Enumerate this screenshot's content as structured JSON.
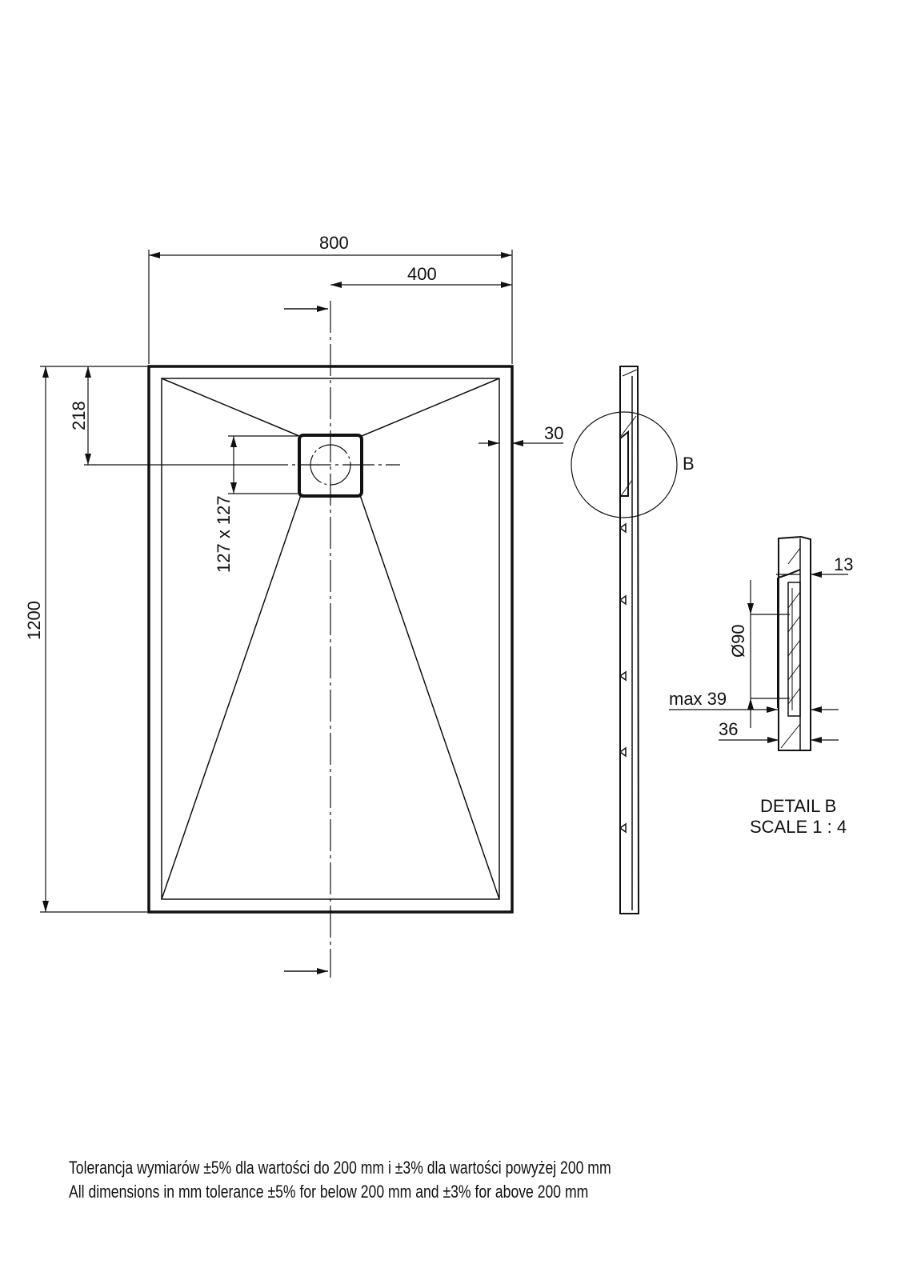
{
  "dimensions": {
    "width": "800",
    "half_width": "400",
    "length": "1200",
    "drain_offset": "218",
    "drain_size": "127 x 127",
    "rim": "30"
  },
  "detail": {
    "marker": "B",
    "rim_thickness": "13",
    "outlet_diameter": "Ø90",
    "max_height": "max 39",
    "height": "36",
    "title": "DETAIL B",
    "scale": "SCALE 1 : 4"
  },
  "footer": {
    "line_pl": "Tolerancja wymiarów ±5% dla wartości do 200 mm i ±3% dla wartości powyżej 200 mm",
    "line_en": "All dimensions in mm tolerance ±5% for below 200 mm and ±3% for above 200 mm"
  }
}
